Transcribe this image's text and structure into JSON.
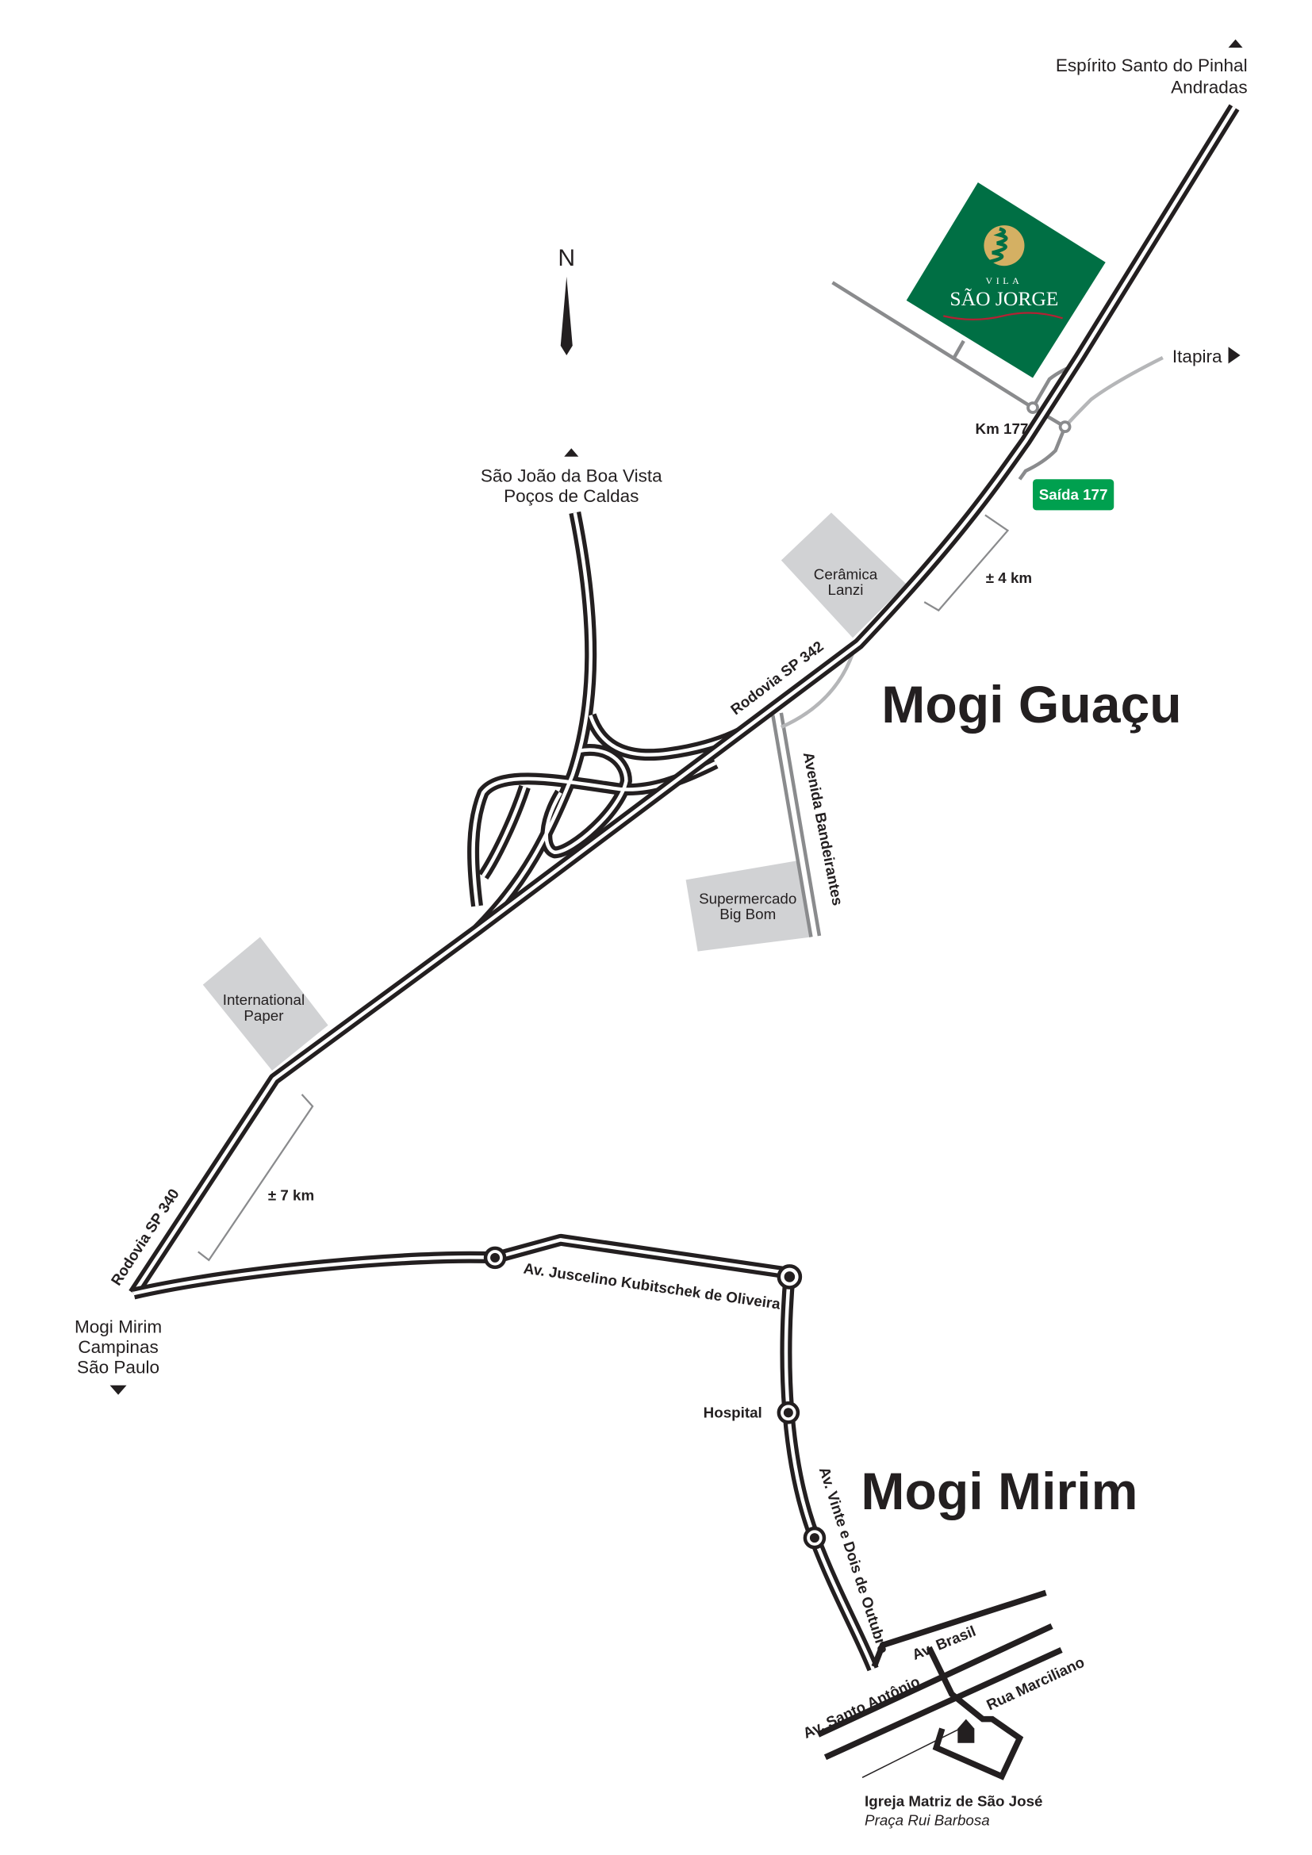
{
  "north": "N",
  "destinations": {
    "northeast": [
      "Espírito Santo do Pinhal",
      "Andradas"
    ],
    "east": "Itapira",
    "north": [
      "São João da Boa Vista",
      "Poços de Caldas"
    ],
    "southwest": [
      "Mogi Mirim",
      "Campinas",
      "São Paulo"
    ]
  },
  "logo": {
    "line1": "VILA",
    "line2": "SÃO JORGE"
  },
  "colors": {
    "brand_green": "#006f44",
    "exit_green": "#00a04f",
    "logo_gold": "#d4b063",
    "logo_red": "#b22234"
  },
  "km_label": "Km 177",
  "exit_badge": "Saída 177",
  "distances": {
    "upper": "± 4 km",
    "lower": "± 7 km"
  },
  "cities": {
    "guacu": "Mogi Guaçu",
    "mirim": "Mogi Mirim"
  },
  "roads": {
    "sp342": "Rodovia SP 342",
    "sp340": "Rodovia SP 340",
    "bandeirantes": "Avenida Bandeirantes",
    "juscelino": "Av. Juscelino Kubitschek de Oliveira",
    "vinte_dois": "Av. Vinte e Dois de Outubro",
    "brasil": "Av. Brasil",
    "santo_antonio": "Av. Santo Antônio",
    "marciliano": "Rua Marciliano"
  },
  "landmarks": {
    "ceramica": [
      "Cerâmica",
      "Lanzi"
    ],
    "supermercado": [
      "Supermercado",
      "Big Bom"
    ],
    "paper": [
      "International",
      "Paper"
    ],
    "hospital": "Hospital",
    "igreja": "Igreja Matriz de São José",
    "praca": "Praça Rui Barbosa"
  }
}
